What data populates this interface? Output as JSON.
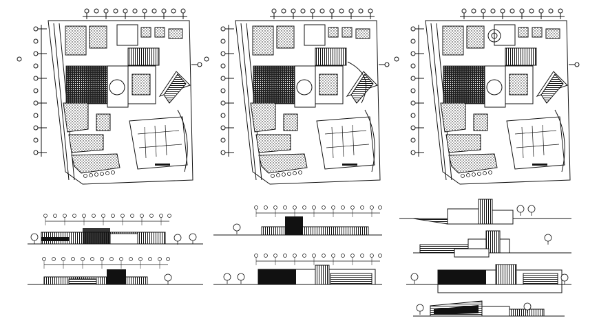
{
  "drawing": {
    "plans": [
      {
        "name": "site-plan-1"
      },
      {
        "name": "site-plan-2"
      },
      {
        "name": "site-plan-3"
      }
    ],
    "elevations_left": [
      {
        "name": "elevation-left-top"
      },
      {
        "name": "elevation-left-bottom"
      }
    ],
    "elevations_middle": [
      {
        "name": "elevation-middle-top"
      },
      {
        "name": "elevation-middle-bottom"
      }
    ],
    "sections_right": [
      {
        "name": "section-right-1"
      },
      {
        "name": "section-right-2"
      },
      {
        "name": "section-right-3"
      },
      {
        "name": "section-right-4"
      }
    ],
    "colors": {
      "ink": "#111111",
      "paper": "#ffffff"
    }
  }
}
